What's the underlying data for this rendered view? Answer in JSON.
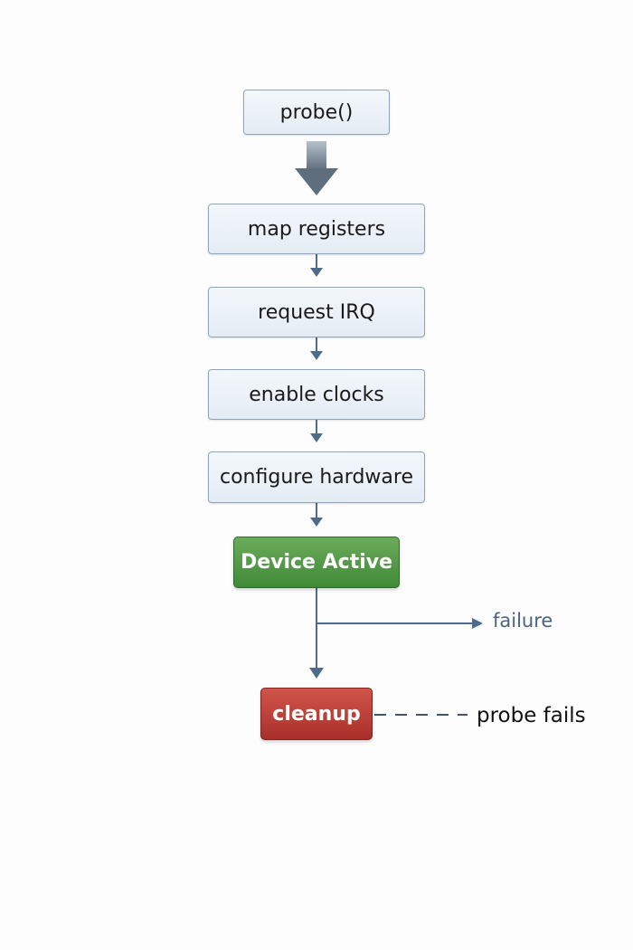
{
  "diagram": {
    "start": {
      "label": "probe()"
    },
    "steps": [
      {
        "label": "map registers"
      },
      {
        "label": "request IRQ"
      },
      {
        "label": "enable clocks"
      },
      {
        "label": "configure hardware"
      }
    ],
    "success": {
      "label": "Device Active",
      "color": "#4a9a40"
    },
    "failure_branch": {
      "label": "failure"
    },
    "cleanup": {
      "label": "cleanup",
      "color": "#b83a32"
    },
    "cleanup_note": {
      "label": "probe fails"
    },
    "colors": {
      "connector": "#4f6b8c",
      "big_arrow": "#6f7f8f",
      "step_border": "#8fa5bd"
    }
  }
}
